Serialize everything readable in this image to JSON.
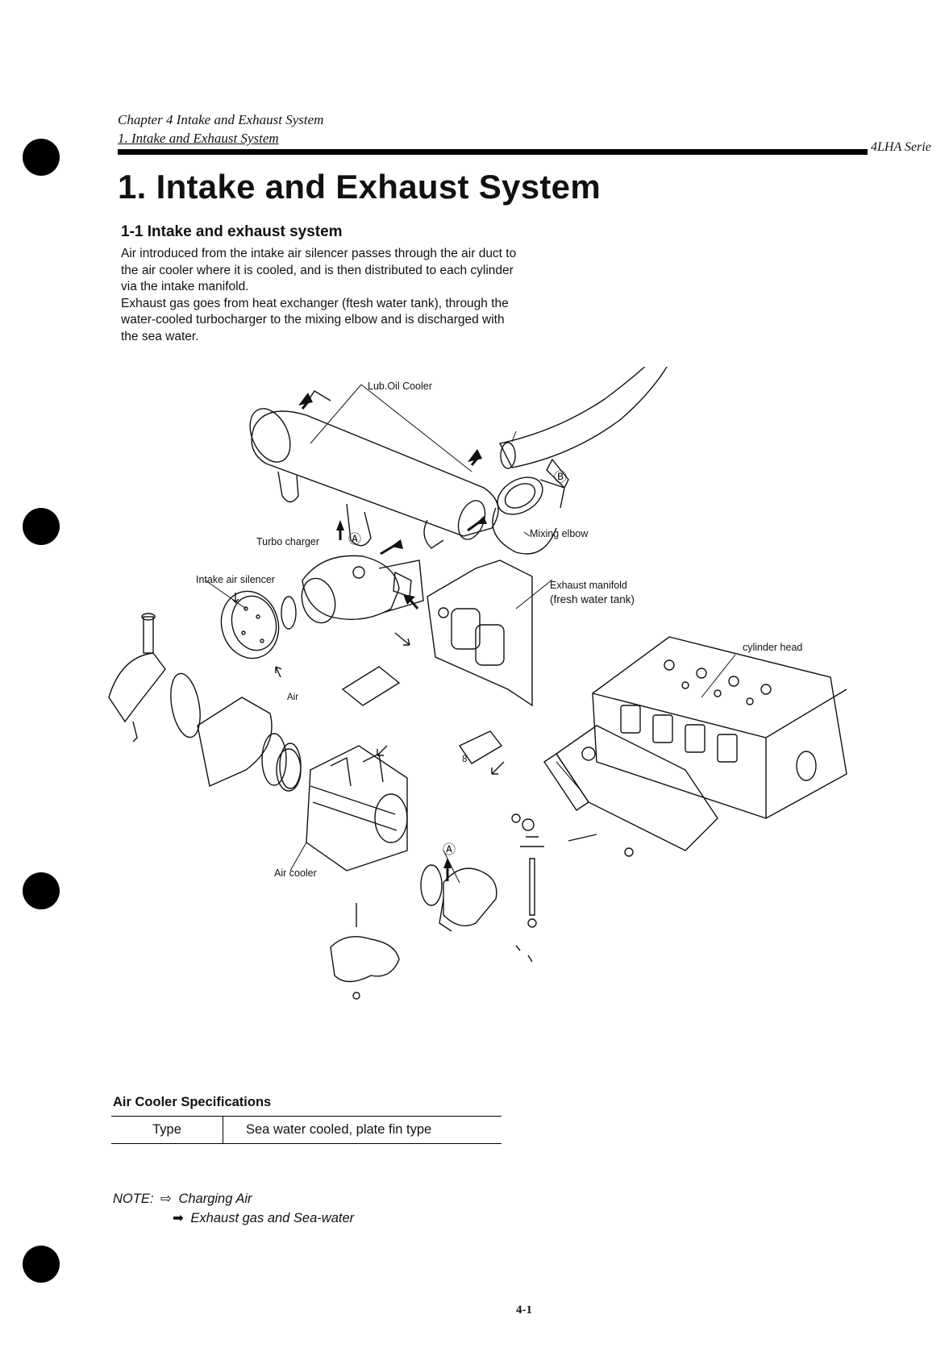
{
  "header": {
    "chapter": "Chapter 4 Intake and Exhaust System",
    "section": "1. Intake and Exhaust System",
    "series": "4LHA Serie"
  },
  "title": "1. Intake and Exhaust System",
  "subtitle": "1-1 Intake and exhaust system",
  "body": {
    "p1": "Air introduced from the intake air silencer passes through the air duct to the air cooler where it is cooled, and is then distributed to each cylinder via the intake manifold.",
    "p2": "Exhaust gas goes from heat exchanger (ftesh water tank), through the water-cooled turbocharger to the mixing elbow and is discharged with the sea water."
  },
  "diagram": {
    "labels": {
      "lub_oil_cooler": "Lub.Oil Cooler",
      "mixing_elbow": "Mixing elbow",
      "turbo_charger": "Turbo charger",
      "intake_air_silencer": "Intake air silencer",
      "exhaust_manifold": "Exhaust manifold",
      "fresh_water_tank": "(fresh water tank)",
      "cylinder_head": "cylinder head",
      "air": "Air",
      "air_cooler": "Air cooler",
      "marker_a": "Ⓐ",
      "marker_b": "Ⓑ",
      "part_8": "8"
    }
  },
  "spec": {
    "heading": "Air Cooler Specifications",
    "rows": [
      {
        "key": "Type",
        "value": "Sea water cooled, plate fin type"
      }
    ]
  },
  "note": {
    "label": "NOTE:",
    "line1": "Charging Air",
    "line2": "Exhaust gas and Sea-water"
  },
  "page_number": "4-1"
}
